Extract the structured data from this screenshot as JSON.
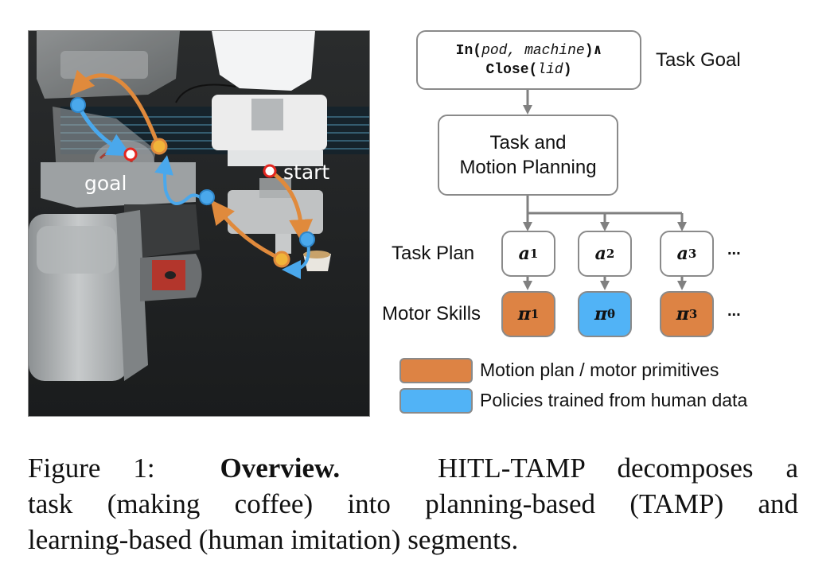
{
  "photo": {
    "description": "Robot arm making coffee with a pod machine",
    "labels": {
      "goal": "goal",
      "start": "start"
    },
    "colors": {
      "motion_plan": "#e08a3c",
      "policy": "#4aa8ec",
      "endpoint_ring": "#e3261f",
      "waypoint_fill": "#f0b43a"
    }
  },
  "diagram": {
    "task_goal": {
      "line1": {
        "pred": "In(",
        "args": "pod, machine",
        "close": ")∧"
      },
      "line2": {
        "pred": "Close(",
        "args": "lid",
        "close": ")"
      },
      "label": "Task Goal"
    },
    "tamp": {
      "line1": "Task and",
      "line2": "Motion Planning"
    },
    "task_plan": {
      "label": "Task Plan",
      "actions": [
        {
          "sym": "a",
          "sub": "1"
        },
        {
          "sym": "a",
          "sub": "2"
        },
        {
          "sym": "a",
          "sub": "3"
        }
      ],
      "ellipsis": "..."
    },
    "motor_skills": {
      "label": "Motor Skills",
      "skills": [
        {
          "sym": "π",
          "sub": "1",
          "kind": "motion_plan"
        },
        {
          "sym": "π",
          "sub": "θ",
          "kind": "policy"
        },
        {
          "sym": "π",
          "sub": "3",
          "kind": "motion_plan"
        }
      ],
      "ellipsis": "..."
    },
    "legend": [
      {
        "label": "Motion plan / motor primitives",
        "color": "#dd8344"
      },
      {
        "label": "Policies trained from human data",
        "color": "#51b3f6"
      }
    ],
    "colors": {
      "orange": "#dd8344",
      "blue": "#51b3f6",
      "border": "#8a8a8a"
    }
  },
  "caption": {
    "prefix": "Figure 1:",
    "bold": "Overview.",
    "line1_rest": "HITL-TAMP decomposes a",
    "line2": "task (making coffee) into planning-based (TAMP) and",
    "line3": "learning-based (human imitation) segments."
  }
}
